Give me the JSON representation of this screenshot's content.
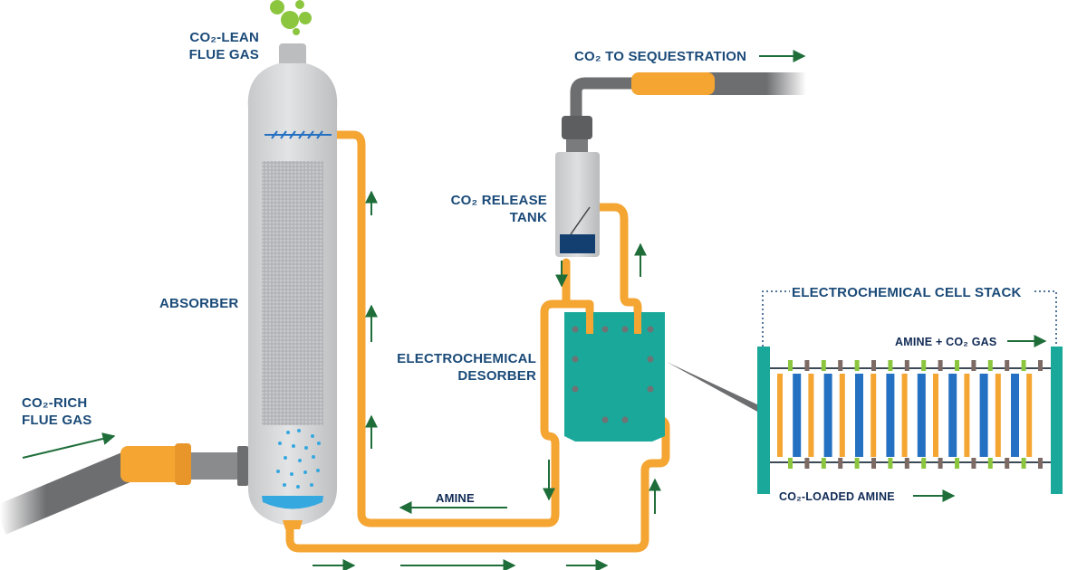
{
  "labels": {
    "co2_lean_line1": "CO₂-LEAN",
    "co2_lean_line2": "FLUE GAS",
    "co2_to_sequestration": "CO₂ TO SEQUESTRATION",
    "co2_release_line1": "CO₂ RELEASE",
    "co2_release_line2": "TANK",
    "absorber": "ABSORBER",
    "electrochemical_line1": "ELECTROCHEMICAL",
    "electrochemical_line2": "DESORBER",
    "cell_stack": "ELECTROCHEMICAL CELL STACK",
    "amine_co2_gas": "AMINE + CO₂ GAS",
    "co2_rich_line1": "CO₂-RICH",
    "co2_rich_line2": "FLUE GAS",
    "amine": "AMINE",
    "co2_loaded_amine": "CO₂-LOADED AMINE"
  },
  "colors": {
    "pipe_orange": "#f4a532",
    "gray_pipe": "#6d6e70",
    "vessel_light": "#dcdcdd",
    "teal": "#1aa89a",
    "navy_text": "#1a4a78",
    "arrow_green": "#1f6e3a",
    "bubble_green": "#8cc63f",
    "liquid_blue": "#35a8e0",
    "electrode_blue": "#2470c2"
  }
}
